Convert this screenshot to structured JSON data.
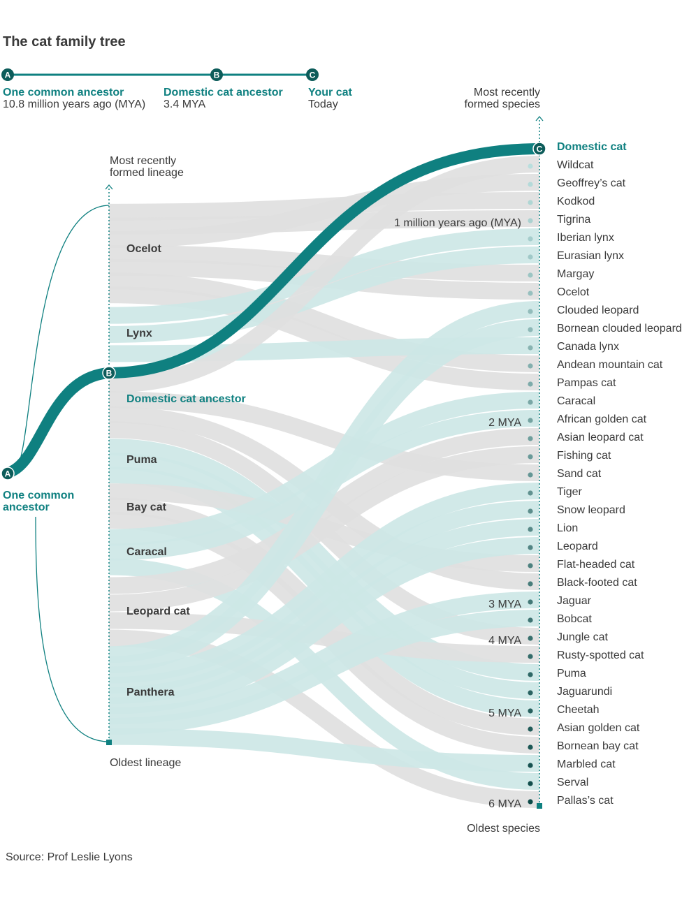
{
  "title": "The cat family tree",
  "legend": {
    "a": {
      "badge": "A",
      "label": "One common ancestor",
      "sub": "10.8 million years ago (MYA)"
    },
    "b": {
      "badge": "B",
      "label": "Domestic cat ancestor",
      "sub": "3.4 MYA"
    },
    "c": {
      "badge": "C",
      "label": "Your cat",
      "sub": "Today"
    }
  },
  "left_axis": {
    "top_line1": "Most recently",
    "top_line2": "formed lineage",
    "bottom": "Oldest lineage"
  },
  "right_axis": {
    "top_line1": "Most recently",
    "top_line2": "formed species",
    "bottom": "Oldest species"
  },
  "ancestor": {
    "badge": "A",
    "line1": "One common",
    "line2": "ancestor"
  },
  "domestic_ancestor_badge": "B",
  "domestic_cat_badge": "C",
  "lineages": [
    "Ocelot",
    "Lynx",
    "Domestic cat ancestor",
    "Puma",
    "Bay cat",
    "Caracal",
    "Leopard cat",
    "Panthera"
  ],
  "species": [
    "Domestic cat",
    "Wildcat",
    "Geoffrey’s cat",
    "Kodkod",
    "Tigrina",
    "Iberian lynx",
    "Eurasian lynx",
    "Margay",
    "Ocelot",
    "Clouded leopard",
    "Bornean clouded leopard",
    "Canada lynx",
    "Andean mountain cat",
    "Pampas cat",
    "Caracal",
    "African golden cat",
    "Asian leopard cat",
    "Fishing cat",
    "Sand cat",
    "Tiger",
    "Snow leopard",
    "Lion",
    "Leopard",
    "Flat-headed cat",
    "Black-footed cat",
    "Jaguar",
    "Bobcat",
    "Jungle cat",
    "Rusty-spotted cat",
    "Puma",
    "Jaguarundi",
    "Cheetah",
    "Asian golden cat",
    "Bornean bay cat",
    "Marbled cat",
    "Serval",
    "Pallas’s cat"
  ],
  "time_labels": [
    {
      "label": "1 million years ago (MYA)",
      "species_index": 4
    },
    {
      "label": "2 MYA",
      "species_index": 15
    },
    {
      "label": "3 MYA",
      "species_index": 25
    },
    {
      "label": "4 MYA",
      "species_index": 27
    },
    {
      "label": "5 MYA",
      "species_index": 31
    },
    {
      "label": "6 MYA",
      "species_index": 36
    }
  ],
  "source": "Source: Prof Leslie Lyons",
  "colors": {
    "teal": "#0f8080",
    "dark_teal": "#0d5c5a",
    "flow_grey": "#e0e0e0",
    "flow_teal": "#cde7e6",
    "text": "#3a3a3a"
  }
}
